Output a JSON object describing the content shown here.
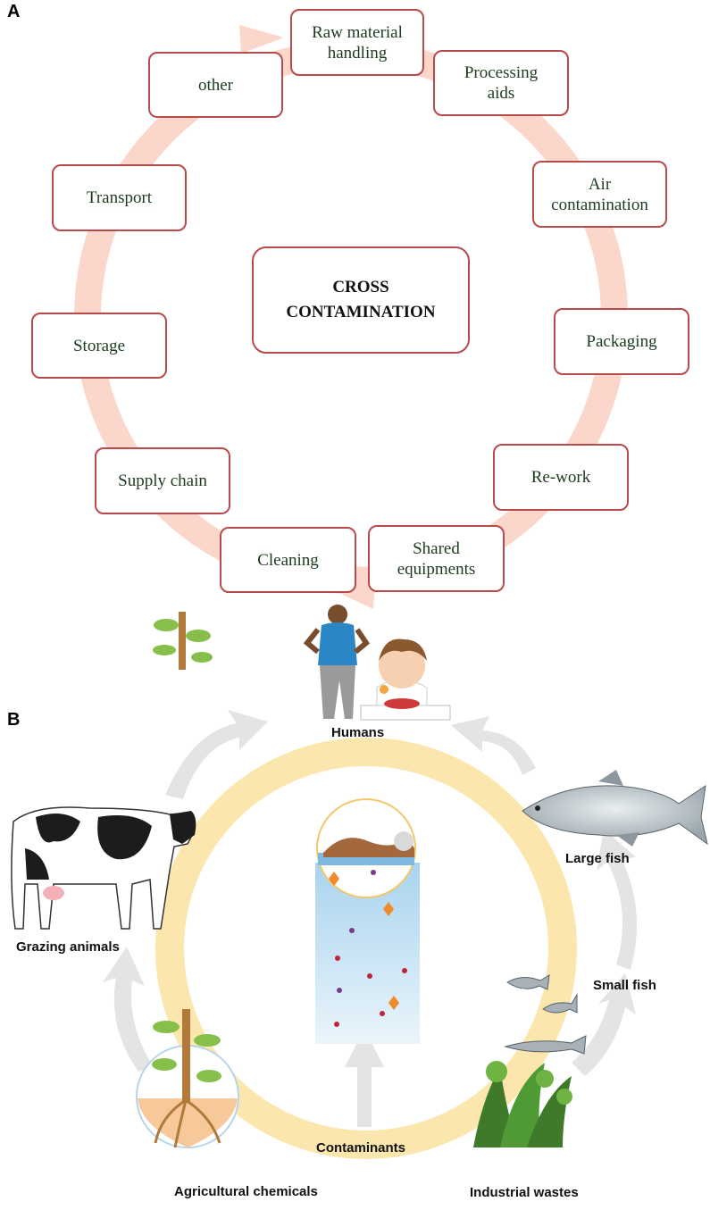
{
  "panel_a": {
    "letter": "A",
    "center": "CROSS\nCONTAMINATION",
    "boxes": [
      "Raw material\nhandling",
      "Processing\naids",
      "Air\ncontamination",
      "Packaging",
      "Re-work",
      "Shared\nequipments",
      "Cleaning",
      "Supply chain",
      "Storage",
      "Transport",
      "other"
    ]
  },
  "panel_b": {
    "letter": "B",
    "labels": {
      "humans": "Humans",
      "large_fish": "Large fish",
      "small_fish": "Small fish",
      "grazing": "Grazing animals",
      "contaminants": "Contaminants",
      "agri": "Agricultural chemicals",
      "industrial": "Industrial wastes"
    }
  },
  "colors": {
    "ring_a": "#f6b8a6",
    "box_border": "#b94a4a",
    "ring_b": "#fbe3a4",
    "grey_arrow": "#e2e2e2",
    "water": "#cfe6f4"
  }
}
